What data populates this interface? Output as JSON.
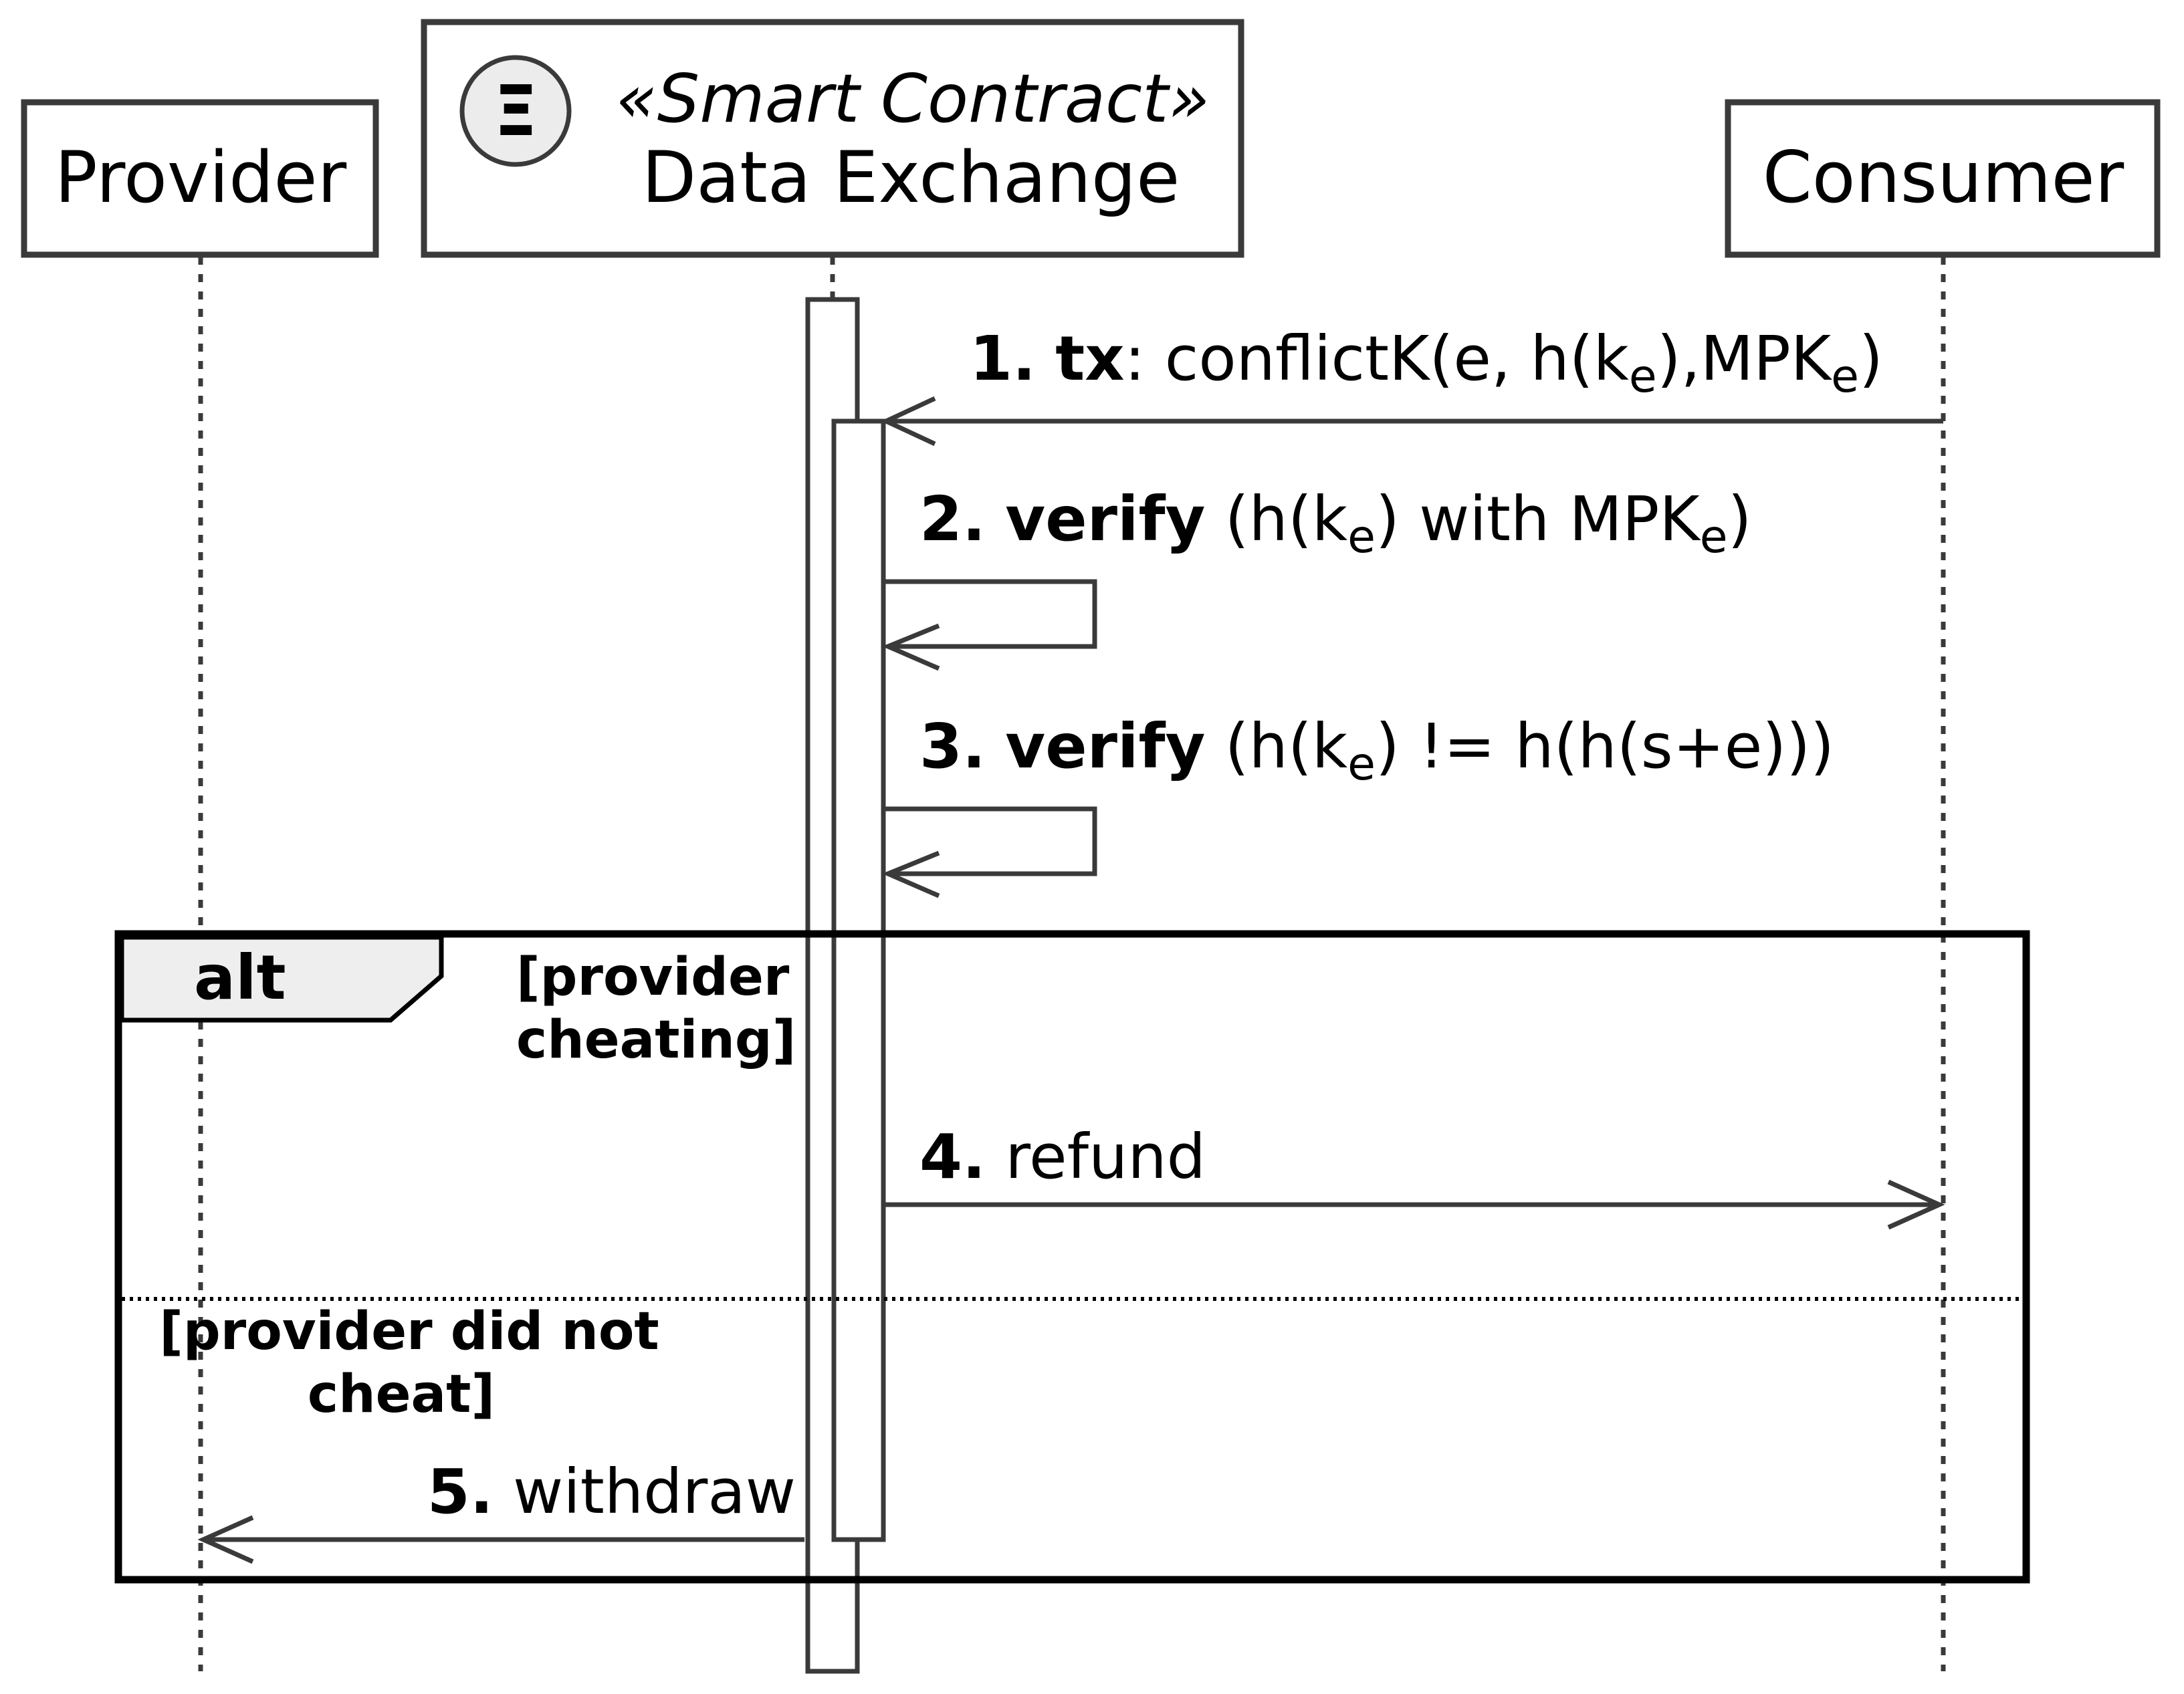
{
  "participants": {
    "provider": {
      "label": "Provider"
    },
    "exchange": {
      "stereotype": "«Smart Contract»",
      "label": "Data Exchange",
      "icon": "ethereum-xi-icon",
      "icon_glyph": "Ξ"
    },
    "consumer": {
      "label": "Consumer"
    }
  },
  "messages": {
    "m1": {
      "num": "1.",
      "keyword": "tx",
      "text_a": ": conflictK(e, h(k",
      "sub_a": "e",
      "text_b": "),MPK",
      "sub_b": "e",
      "text_c": ")"
    },
    "m2": {
      "num": "2.",
      "keyword": "verify",
      "text_a": " (h(k",
      "sub_a": "e",
      "text_b": ") with MPK",
      "sub_b": "e",
      "text_c": ")"
    },
    "m3": {
      "num": "3.",
      "keyword": "verify",
      "text_a": " (h(k",
      "sub_a": "e",
      "text_b": ") != h(h(s+e)))"
    },
    "m4": {
      "num": "4.",
      "text": " refund"
    },
    "m5": {
      "num": "5.",
      "text": " withdraw"
    }
  },
  "alt_frame": {
    "operator": "alt",
    "guard1_line1": "[provider",
    "guard1_line2": "cheating]",
    "guard2_line1": "[provider did not",
    "guard2_line2": "cheat]"
  },
  "colors": {
    "line": "#3a3a3a",
    "frame": "#000000",
    "tab_fill": "#eeeeee",
    "icon_fill": "#ececec"
  }
}
